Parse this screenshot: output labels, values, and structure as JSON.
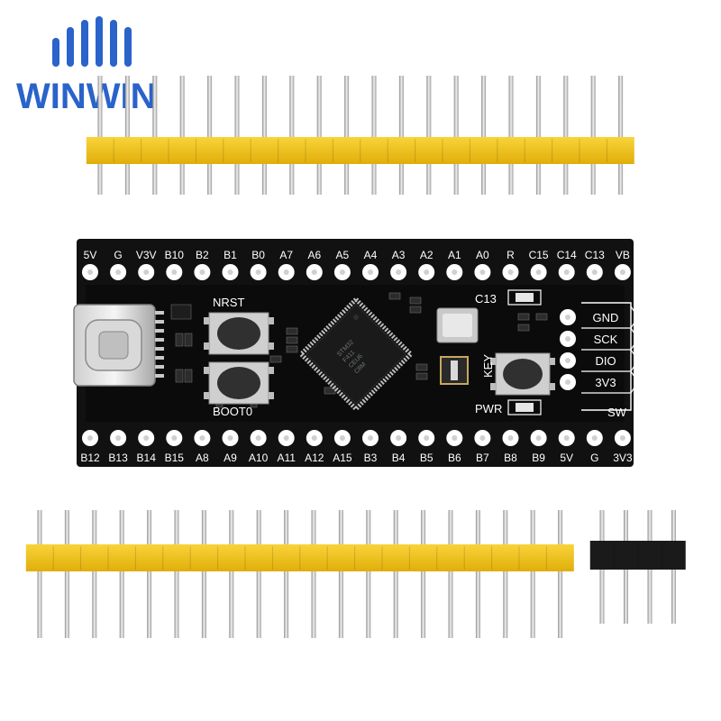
{
  "brand": {
    "name": "WINWIN",
    "color": "#2a63c9"
  },
  "board": {
    "top_pins": [
      "5V",
      "G",
      "V3V",
      "B10",
      "B2",
      "B1",
      "B0",
      "A7",
      "A6",
      "A5",
      "A4",
      "A3",
      "A2",
      "A1",
      "A0",
      "R",
      "C15",
      "C14",
      "C13",
      "VB"
    ],
    "bottom_pins": [
      "B12",
      "B13",
      "B14",
      "B15",
      "A8",
      "A9",
      "A10",
      "A11",
      "A12",
      "A15",
      "B3",
      "B4",
      "B5",
      "B6",
      "B7",
      "B8",
      "B9",
      "5V",
      "G",
      "3V3"
    ],
    "swd_pins": [
      "GND",
      "SCK",
      "DIO",
      "3V3"
    ],
    "swd_footer": "SW",
    "labels": {
      "nrst": "NRST",
      "boot0": "BOOT0",
      "c13": "C13",
      "key": "KEY",
      "pwr": "PWR"
    },
    "mcu_marking": [
      "STM32",
      "F411",
      "CEU6",
      "C8M"
    ],
    "pcb_color": "#111111",
    "silk_color": "#ffffff"
  },
  "headers": {
    "long_count": 20,
    "short_count": 4,
    "plastic_color": "#f2c318",
    "short_plastic_color": "#1a1a1a",
    "pin_color": "#c8c8c8"
  },
  "icons": {
    "logo": "winwin-logo-icon",
    "usb": "usb-c-connector-icon"
  }
}
